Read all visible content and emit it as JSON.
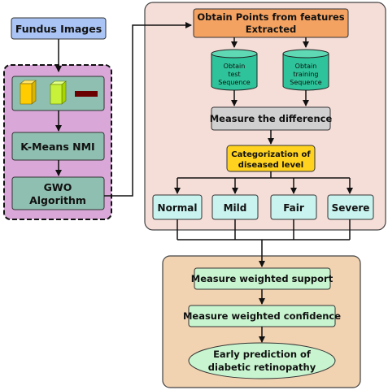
{
  "colors": {
    "fundus_fill": "#a9c4f5",
    "left_panel_fill": "#d9a8d9",
    "teal_fill": "#8fbfb0",
    "right_panel_fill": "#f6ded8",
    "orange_fill": "#f4a261",
    "cylinder_fill": "#2ec39a",
    "grey_fill": "#d0d0d0",
    "yellow_fill": "#ffd21f",
    "level_fill": "#c8f3ee",
    "bottom_panel_fill": "#f1d2b1",
    "mint_fill": "#c8f5cf",
    "line": "#111111"
  },
  "left": {
    "fundus": "Fundus  Images",
    "kmeans": "K-Means NMI",
    "gwo": [
      "GWO",
      "Algorithm"
    ]
  },
  "right": {
    "obtain_points": [
      "Obtain Points from features",
      "Extracted"
    ],
    "test_seq": [
      "Obtain",
      "test",
      "Sequence"
    ],
    "training_seq": [
      "Obtain",
      "training",
      "Sequence"
    ],
    "measure_diff": "Measure the difference",
    "categorization": [
      "Categorization of",
      "diseased level"
    ],
    "levels": [
      "Normal",
      "Mild",
      "Fair",
      "Severe"
    ]
  },
  "bottom": {
    "support": "Measure weighted support",
    "confidence": "Measure weighted confidence",
    "prediction": [
      "Early prediction of",
      "diabetic retinopathy"
    ]
  }
}
